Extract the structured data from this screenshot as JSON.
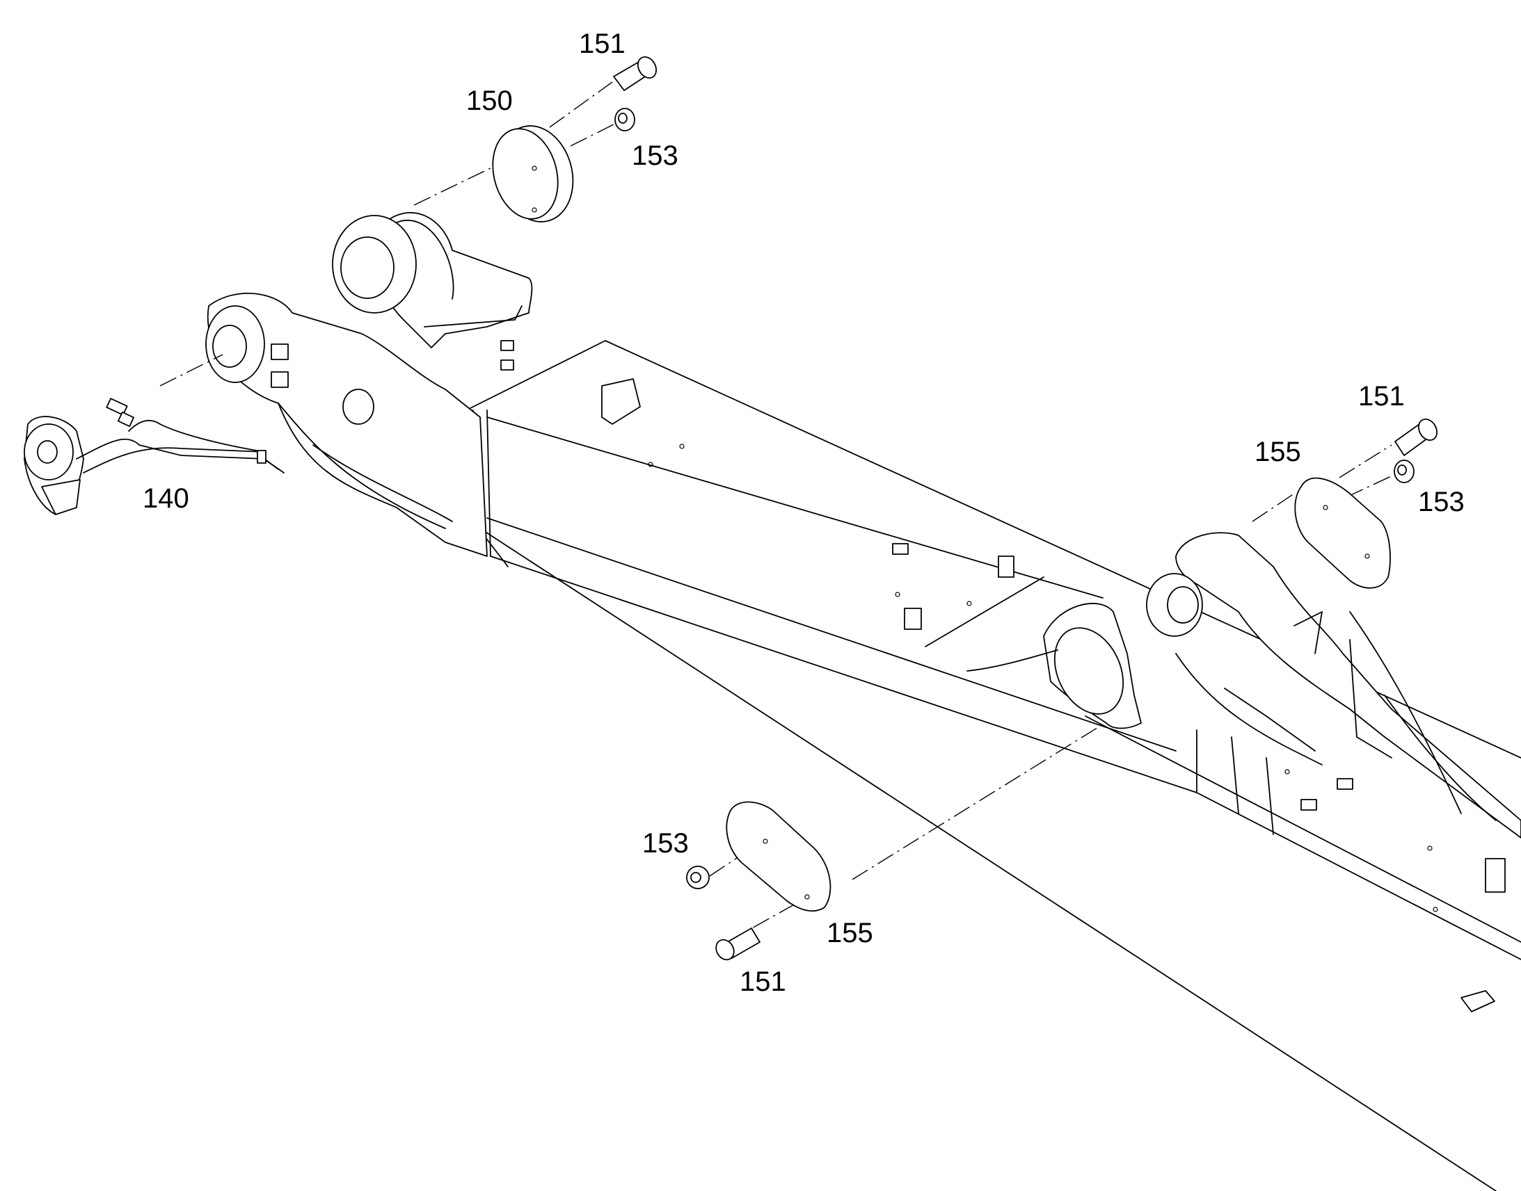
{
  "callouts": {
    "c151_top": "151",
    "c150": "150",
    "c153_top": "153",
    "c140": "140",
    "c151_right": "151",
    "c155_right": "155",
    "c153_right": "153",
    "c153_bottom": "153",
    "c155_bottom": "155",
    "c151_bottom": "151"
  },
  "parts": {
    "cap_screw_icon": "cap-screw",
    "nut_icon": "flange-nut",
    "round_cover_icon": "round-cover-plate",
    "oval_cover_icon": "oval-cover-plate",
    "sensor_icon": "angle-sensor-with-harness"
  },
  "colors": {
    "line": "#000000",
    "background": "#ffffff"
  }
}
